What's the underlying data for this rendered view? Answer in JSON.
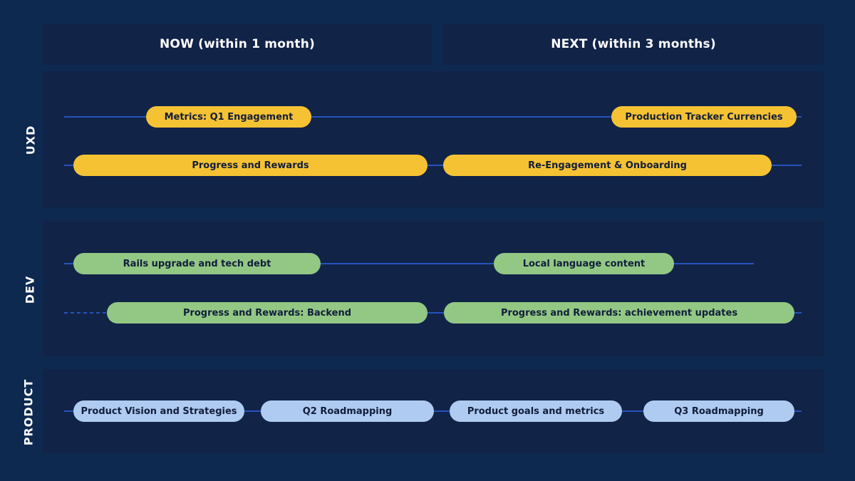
{
  "colors": {
    "page_background": "#0D2950",
    "panel_background": "#122348",
    "timeline_line": "#2553BD",
    "uxd_pill": "#F5C233",
    "dev_pill": "#93C884",
    "product_pill": "#AFCBF1",
    "pill_text": "#111D3B",
    "header_text": "#FFFFFF"
  },
  "columns": [
    {
      "label": "NOW (within 1 month)"
    },
    {
      "label": "NEXT (within 3 months)"
    }
  ],
  "lanes": [
    {
      "label": "UXD",
      "pill_color": "#F5C233",
      "rows": [
        {
          "pills": [
            {
              "label": "Metrics: Q1 Engagement",
              "column": "NOW"
            },
            {
              "label": "Production Tracker Currencies",
              "column": "NEXT"
            }
          ]
        },
        {
          "pills": [
            {
              "label": "Progress and Rewards",
              "column": "NOW"
            },
            {
              "label": "Re-Engagement & Onboarding",
              "column": "NEXT"
            }
          ]
        }
      ]
    },
    {
      "label": "DEV",
      "pill_color": "#93C884",
      "rows": [
        {
          "pills": [
            {
              "label": "Rails upgrade and tech debt",
              "column": "NOW"
            },
            {
              "label": "Local language content",
              "column": "NEXT"
            }
          ]
        },
        {
          "pills": [
            {
              "label": "Progress and Rewards: Backend",
              "column": "NOW"
            },
            {
              "label": "Progress and Rewards: achievement updates",
              "column": "NEXT"
            }
          ]
        }
      ]
    },
    {
      "label": "PRODUCT",
      "pill_color": "#AFCBF1",
      "rows": [
        {
          "pills": [
            {
              "label": "Product Vision and Strategies",
              "column": "NOW"
            },
            {
              "label": "Q2 Roadmapping",
              "column": "NOW"
            },
            {
              "label": "Product goals and metrics",
              "column": "NEXT"
            },
            {
              "label": "Q3 Roadmapping",
              "column": "NEXT"
            }
          ]
        }
      ]
    }
  ]
}
